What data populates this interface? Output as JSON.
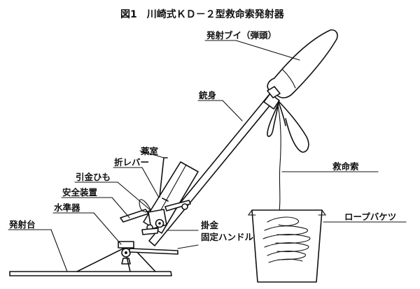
{
  "title": "図1　川崎式ＫＤ－２型救命索発射器",
  "labels": {
    "buoy": "発射ブイ（弾頭）",
    "barrel": "銃身",
    "chamber": "薬室",
    "fold_lever": "折レバー",
    "pull_cord": "引金ひも",
    "safety": "安全装置",
    "level": "水準器",
    "base": "発射台",
    "trigger": "掛金",
    "fixed_handle": "固定ハンドル",
    "rope": "救命索",
    "bucket": "ロープバケツ"
  }
}
